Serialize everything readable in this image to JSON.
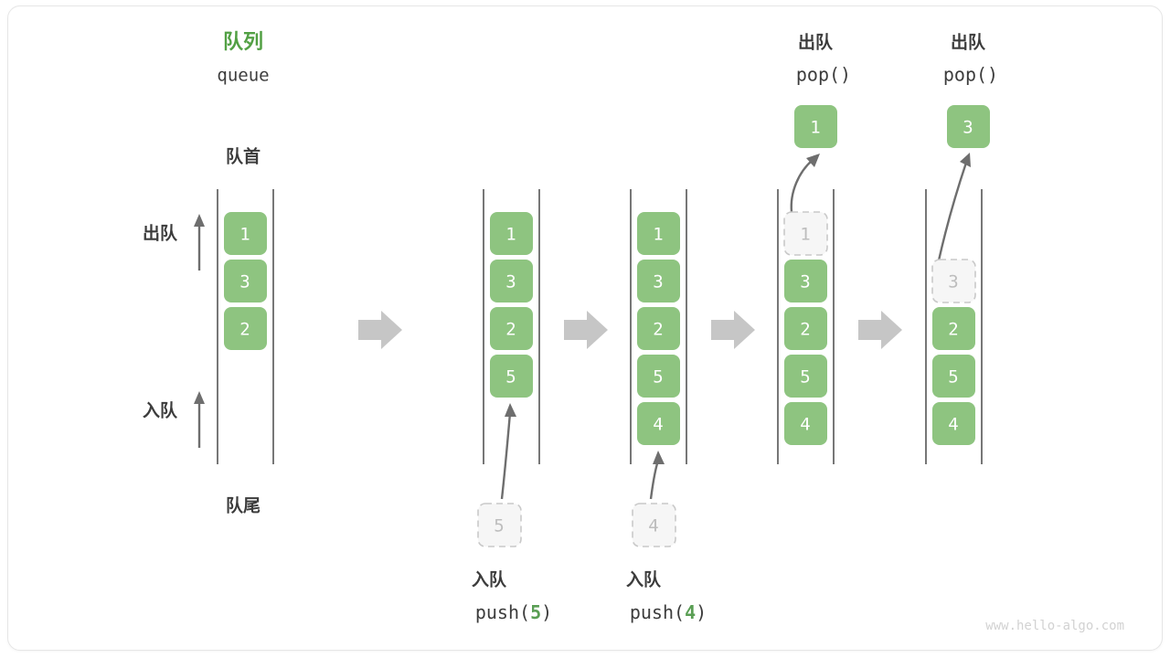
{
  "meta": {
    "title_cn": "队列",
    "title_en": "queue",
    "watermark": "www.hello-algo.com"
  },
  "colors": {
    "green": "#8ec480",
    "green_text": "#5a9e54",
    "title_green": "#52a044",
    "dark_text": "#3c3c3c",
    "ghost_fill": "#f6f6f6",
    "ghost_border": "#c9c9c9",
    "ghost_text": "#bdbdbd",
    "rail": "#555555",
    "arrow_gray": "#6e6e6e",
    "block_arrow": "#c6c6c6",
    "watermark": "#d2d2d2",
    "card_border": "#e6e6e6"
  },
  "labels": {
    "front": "队首",
    "rear": "队尾",
    "dequeue": "出队",
    "enqueue": "入队"
  },
  "steps": [
    {
      "id": "initial",
      "items": [
        "1",
        "3",
        "2"
      ],
      "top_label_cn": "",
      "top_label_code": "",
      "top_result": null,
      "ghost_top": null,
      "ghost_bottom": null,
      "bottom_label_cn": "",
      "bottom_label_code_prefix": "",
      "bottom_label_code_arg": "",
      "bottom_label_code_suffix": ""
    },
    {
      "id": "push-5",
      "items": [
        "1",
        "3",
        "2",
        "5"
      ],
      "top_label_cn": "",
      "top_label_code": "",
      "top_result": null,
      "ghost_top": null,
      "ghost_bottom": "5",
      "bottom_label_cn": "入队",
      "bottom_label_code_prefix": "push(",
      "bottom_label_code_arg": "5",
      "bottom_label_code_suffix": ")"
    },
    {
      "id": "push-4",
      "items": [
        "1",
        "3",
        "2",
        "5",
        "4"
      ],
      "top_label_cn": "",
      "top_label_code": "",
      "top_result": null,
      "ghost_top": null,
      "ghost_bottom": "4",
      "bottom_label_cn": "入队",
      "bottom_label_code_prefix": "push(",
      "bottom_label_code_arg": "4",
      "bottom_label_code_suffix": ")"
    },
    {
      "id": "pop-1",
      "items": [
        "3",
        "2",
        "5",
        "4"
      ],
      "top_label_cn": "出队",
      "top_label_code": "pop()",
      "top_result": "1",
      "ghost_top": "1",
      "ghost_slot": 0,
      "ghost_bottom": null,
      "bottom_label_cn": "",
      "bottom_label_code_prefix": "",
      "bottom_label_code_arg": "",
      "bottom_label_code_suffix": ""
    },
    {
      "id": "pop-3",
      "items": [
        "2",
        "5",
        "4"
      ],
      "top_label_cn": "出队",
      "top_label_code": "pop()",
      "top_result": "3",
      "ghost_top": "3",
      "ghost_slot": 1,
      "ghost_bottom": null,
      "bottom_label_cn": "",
      "bottom_label_code_prefix": "",
      "bottom_label_code_arg": "",
      "bottom_label_code_suffix": ""
    }
  ],
  "flow_arrows": [
    {
      "id": "flow-1"
    },
    {
      "id": "flow-2"
    },
    {
      "id": "flow-3"
    },
    {
      "id": "flow-4"
    }
  ]
}
